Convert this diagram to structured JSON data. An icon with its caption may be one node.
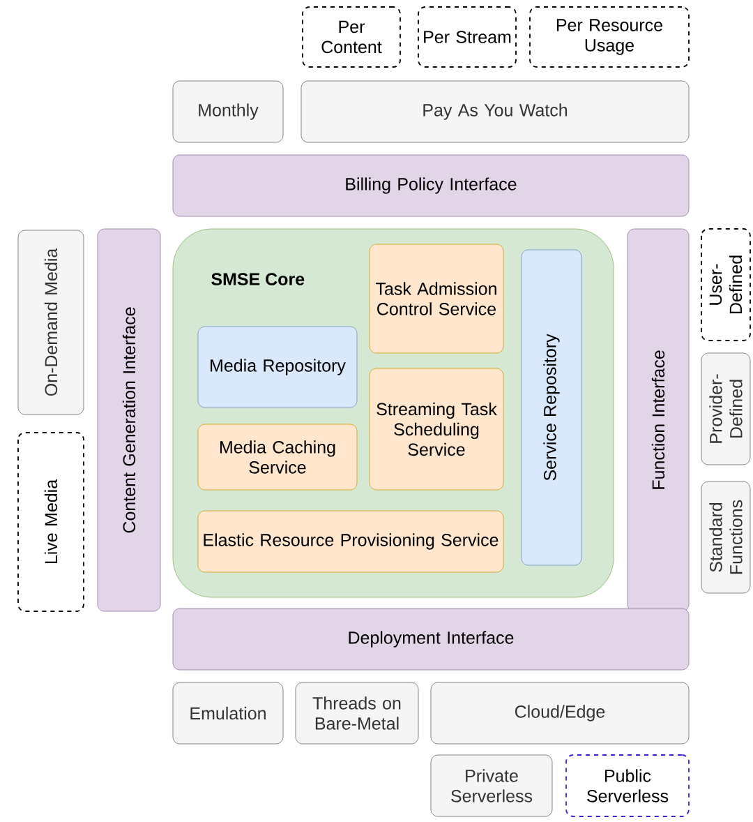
{
  "diagram": {
    "nodes": [
      {
        "text": [
          "Per Content"
        ]
      },
      {
        "text": [
          "Per Stream"
        ]
      },
      {
        "text": [
          "Per Resource Usage"
        ]
      },
      {
        "text": [
          "Monthly"
        ]
      },
      {
        "text": [
          "Pay As You Watch"
        ]
      },
      {
        "text": [
          "Billing Policy Interface"
        ]
      },
      {
        "text": [
          "On-Demand Media"
        ]
      },
      {
        "text": [
          "Live Media"
        ]
      },
      {
        "text": [
          "Content Generation Interface"
        ]
      },
      {
        "text": [
          "SMSE Core"
        ]
      },
      {
        "text": [
          "Task Admission Control Service"
        ],
        "in": 9
      },
      {
        "text": [
          "Media Repository"
        ],
        "in": 9
      },
      {
        "text": [
          "Streaming Task Scheduling Service"
        ],
        "in": 9
      },
      {
        "text": [
          "Media Caching Service"
        ],
        "in": 9
      },
      {
        "text": [
          "Elastic Resource Provisioning Service"
        ],
        "in": 9
      },
      {
        "text": [
          "Service Repository"
        ],
        "in": 9
      },
      {
        "text": [
          "Function Interface"
        ]
      },
      {
        "text": [
          "User-Defined"
        ]
      },
      {
        "text": [
          "Provider-Defined"
        ]
      },
      {
        "text": [
          "Standard Functions"
        ]
      },
      {
        "text": [
          "Deployment Interface"
        ]
      },
      {
        "text": [
          "Emulation"
        ]
      },
      {
        "text": [
          "Threads on Bare-Metal"
        ]
      },
      {
        "text": [
          "Cloud/Edge"
        ]
      },
      {
        "text": [
          "Private Serverless"
        ]
      },
      {
        "text": [
          "Public Serverless"
        ]
      }
    ]
  }
}
